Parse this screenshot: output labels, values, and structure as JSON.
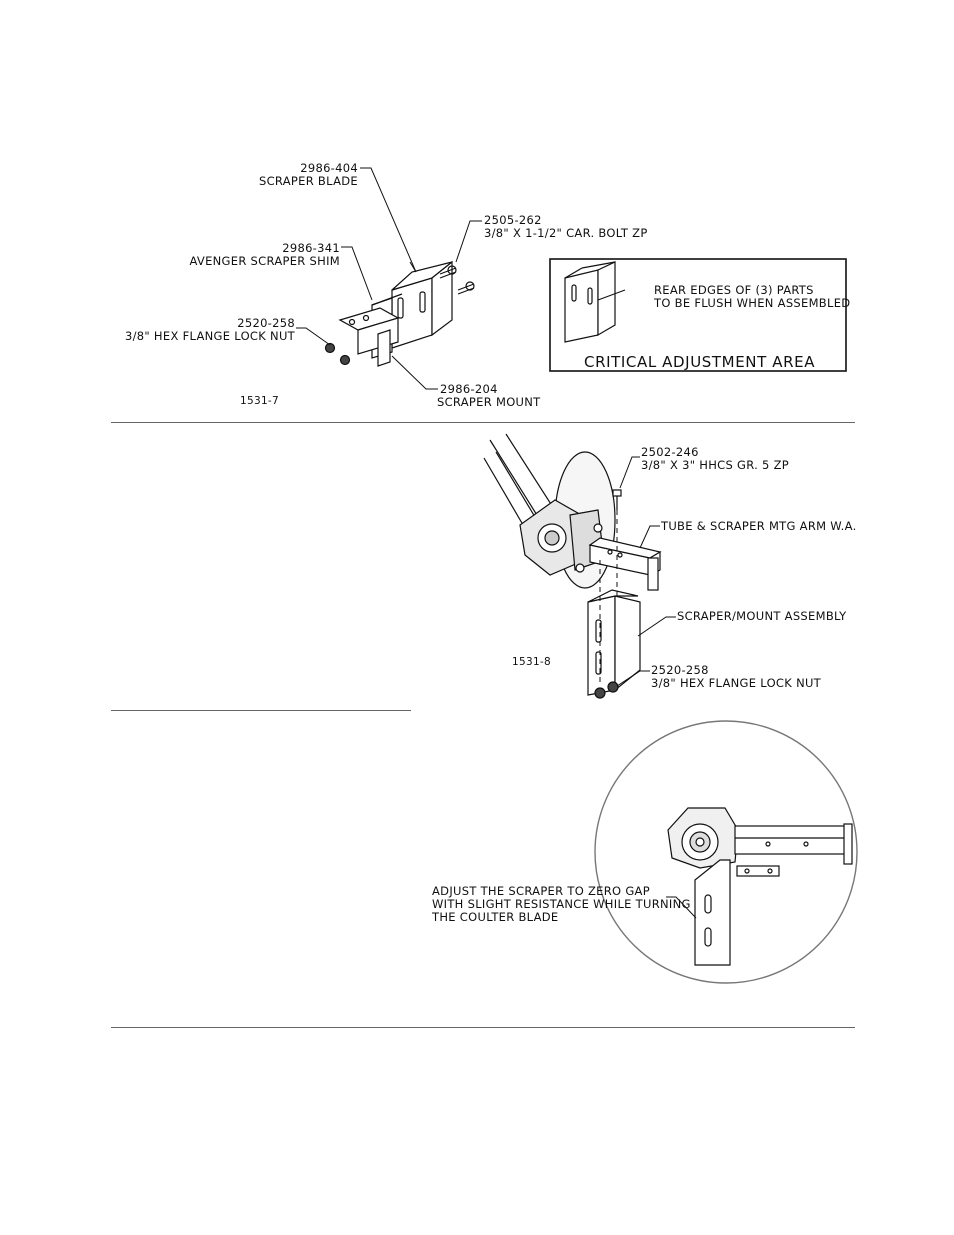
{
  "figure1": {
    "callouts": {
      "scraper_blade_part": "2986-404",
      "scraper_blade_name": "SCRAPER BLADE",
      "bolt_part": "2505-262",
      "bolt_name": "3/8\" X 1-1/2\" CAR. BOLT ZP",
      "shim_part": "2986-341",
      "shim_name": "AVENGER SCRAPER SHIM",
      "nut_part": "2520-258",
      "nut_name": "3/8\" HEX FLANGE LOCK NUT",
      "mount_part": "2986-204",
      "mount_name": "SCRAPER MOUNT"
    },
    "figure_id": "1531-7",
    "critical_box": {
      "note_line1": "REAR EDGES OF (3) PARTS",
      "note_line2": "TO BE FLUSH WHEN ASSEMBLED",
      "title": "CRITICAL ADJUSTMENT AREA"
    }
  },
  "figure2": {
    "callouts": {
      "hhcs_part": "2502-246",
      "hhcs_name": "3/8\" X 3\" HHCS GR. 5 ZP",
      "arm_name": "TUBE & SCRAPER MTG ARM W.A.",
      "assembly_name": "SCRAPER/MOUNT ASSEMBLY",
      "nut_part": "2520-258",
      "nut_name": "3/8\" HEX FLANGE LOCK NUT"
    },
    "figure_id": "1531-8"
  },
  "figure3": {
    "note_line1": "ADJUST THE SCRAPER TO ZERO GAP",
    "note_line2": "WITH SLIGHT RESISTANCE WHILE TURNING",
    "note_line3": "THE COULTER BLADE"
  }
}
